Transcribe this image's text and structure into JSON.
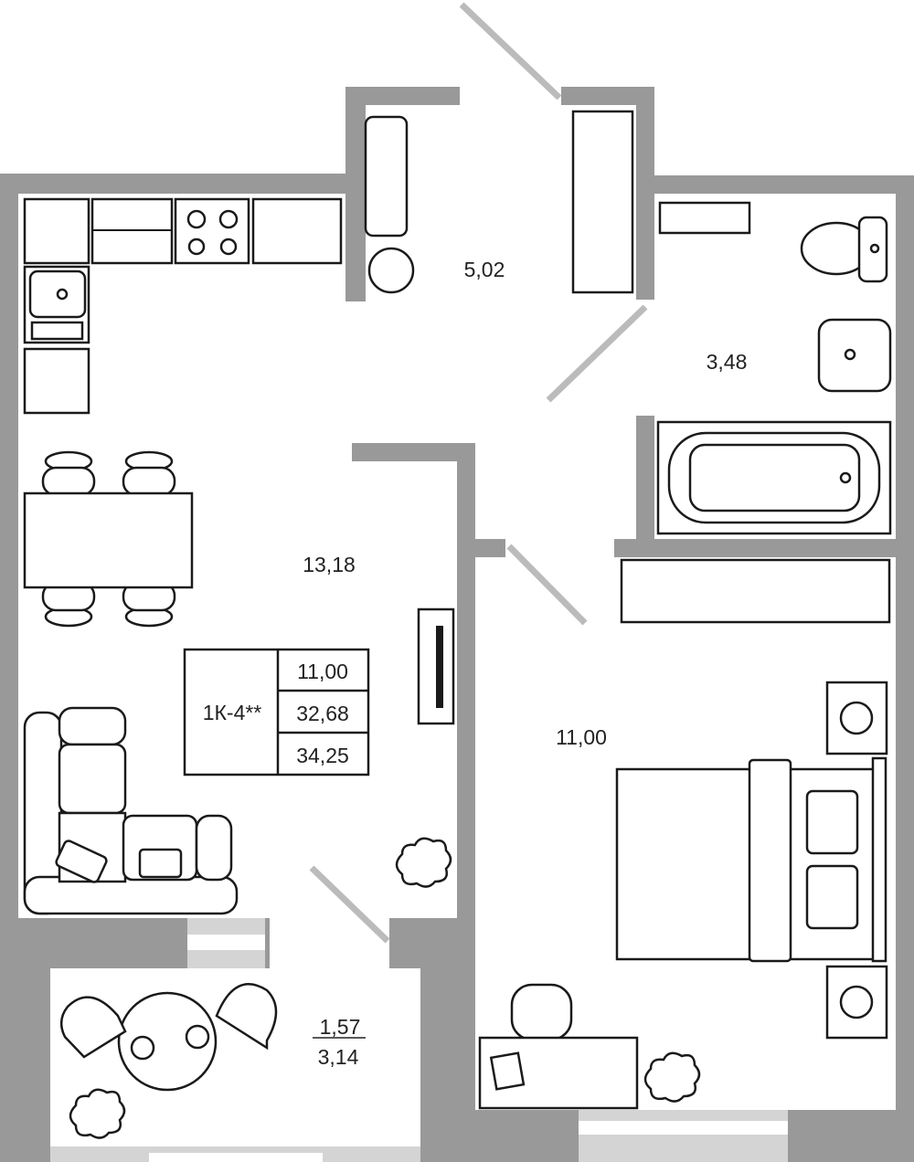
{
  "rooms": {
    "hall": {
      "area": "5,02"
    },
    "bathroom": {
      "area": "3,48"
    },
    "kitchen_living": {
      "area": "13,18"
    },
    "bedroom": {
      "area": "11,00"
    },
    "balcony": {
      "area_reduced": "1,57",
      "area_full": "3,14"
    }
  },
  "summary": {
    "type": "1К-4**",
    "living_area": "11,00",
    "total_area": "32,68",
    "total_with_balcony": "34,25"
  },
  "colors": {
    "wall": "#999999",
    "window": "#d4d4d4",
    "line": "#1a1a1a"
  }
}
